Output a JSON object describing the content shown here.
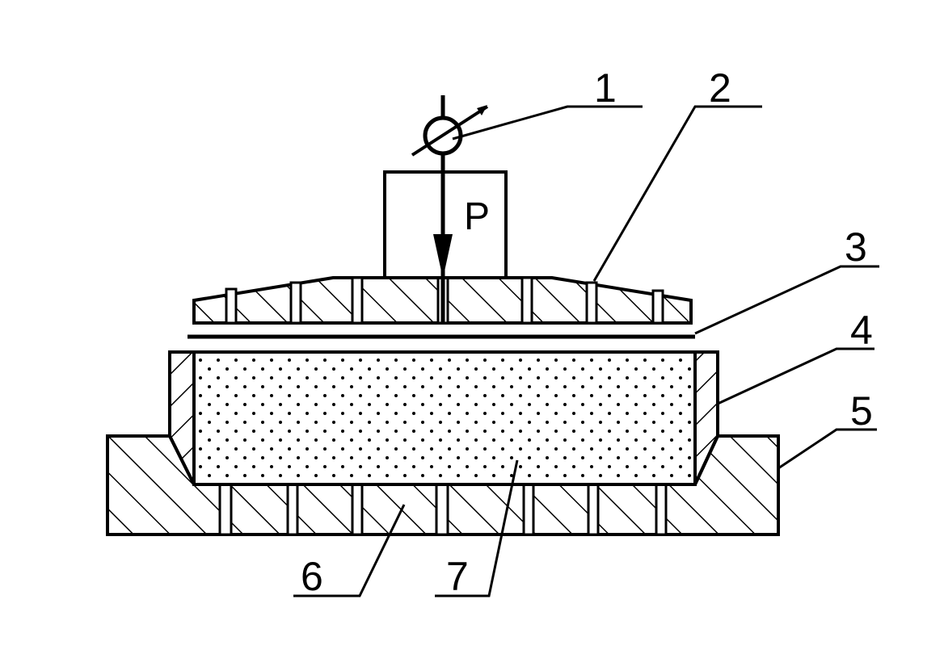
{
  "labels": {
    "part1": "1",
    "part2": "2",
    "part3": "3",
    "part4": "4",
    "part5": "5",
    "part6": "6",
    "part7": "7"
  },
  "force_label": "P",
  "colors": {
    "ink": "#000000",
    "paper": "#ffffff"
  }
}
